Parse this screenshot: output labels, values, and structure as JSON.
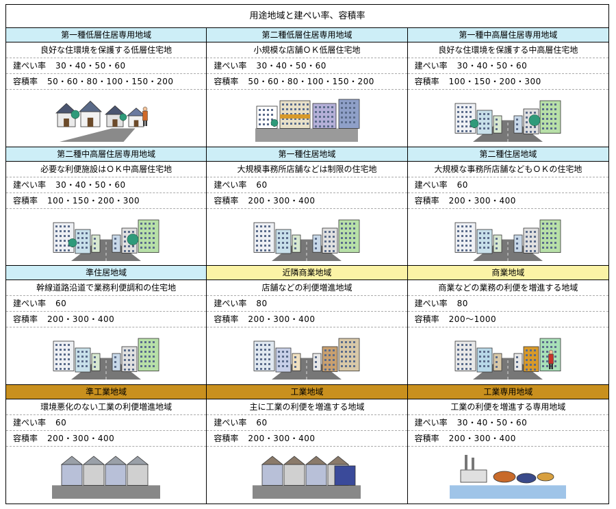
{
  "title": "用途地域と建ぺい率、容積率",
  "labels": {
    "coverage": "建ぺい率",
    "far": "容積率"
  },
  "colors": {
    "residential": "#cdeef7",
    "commercial": "#fbf3a6",
    "industrial": "#c9901e"
  },
  "zones": [
    {
      "name": "第一種低層住居専用地域",
      "description": "良好な住環境を保護する低層住宅地",
      "coverage": "30・40・50・60",
      "far": "50・60・80・100・150・200",
      "category": "residential",
      "scene": "low-rise-houses"
    },
    {
      "name": "第二種低層住居専用地域",
      "description": "小規模な店舗ＯＫ低層住宅地",
      "coverage": "30・40・50・60",
      "far": "50・60・80・100・150・200",
      "category": "residential",
      "scene": "small-shops"
    },
    {
      "name": "第一種中高層住居専用地域",
      "description": "良好な住環境を保護する中高層住宅地",
      "coverage": "30・40・50・60",
      "far": "100・150・200・300",
      "category": "residential",
      "scene": "mid-rise-street"
    },
    {
      "name": "第二種中高層住居専用地域",
      "description": "必要な利便施設はＯＫ中高層住宅地",
      "coverage": "30・40・50・60",
      "far": "100・150・200・300",
      "category": "residential",
      "scene": "mid-rise-road"
    },
    {
      "name": "第一種住居地域",
      "description": "大規模事務所店舗などは制限の住宅地",
      "coverage": "60",
      "far": "200・300・400",
      "category": "residential",
      "scene": "residential-street"
    },
    {
      "name": "第二種住居地域",
      "description": "大規模な事務所店舗などもＯＫの住宅地",
      "coverage": "60",
      "far": "200・300・400",
      "category": "residential",
      "scene": "mixed-residential"
    },
    {
      "name": "準住居地域",
      "description": "幹線道路沿道で業務利便調和の住宅地",
      "coverage": "60",
      "far": "200・300・400",
      "category": "residential",
      "scene": "arterial-road"
    },
    {
      "name": "近隣商業地域",
      "description": "店舗などの利便増進地域",
      "coverage": "80",
      "far": "200・300・400",
      "category": "commercial",
      "scene": "shopping-street"
    },
    {
      "name": "商業地域",
      "description": "商業などの業務の利便を増進する地域",
      "coverage": "80",
      "far": "200～1000",
      "category": "commercial",
      "scene": "downtown"
    },
    {
      "name": "準工業地域",
      "description": "環境悪化のない工業の利便増進地域",
      "coverage": "60",
      "far": "200・300・400",
      "category": "industrial",
      "scene": "light-industry"
    },
    {
      "name": "工業地域",
      "description": "主に工業の利便を増進する地域",
      "coverage": "60",
      "far": "200・300・400",
      "category": "industrial",
      "scene": "factories"
    },
    {
      "name": "工業専用地域",
      "description": "工業の利便を増進する専用地域",
      "coverage": "30・40・50・60",
      "far": "200・300・400",
      "category": "industrial",
      "scene": "industrial-port"
    }
  ]
}
